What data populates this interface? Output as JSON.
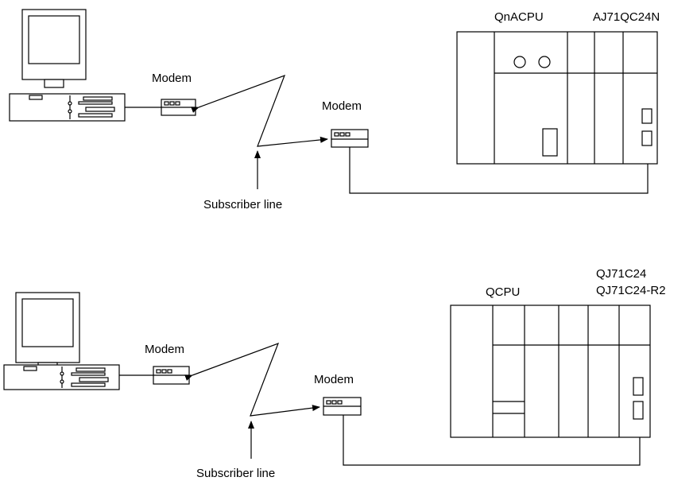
{
  "diagram_top": {
    "plc_cpu_label": "QnACPU",
    "plc_module_label": "AJ71QC24N",
    "modem_pc_label": "Modem",
    "modem_plc_label": "Modem",
    "line_label": "Subscriber line"
  },
  "diagram_bottom": {
    "plc_cpu_label": "QCPU",
    "plc_module_label_1": "QJ71C24",
    "plc_module_label_2": "QJ71C24-R2",
    "modem_pc_label": "Modem",
    "modem_plc_label": "Modem",
    "line_label": "Subscriber line"
  },
  "icons": [
    "personal-computer-icon",
    "modem-icon",
    "plc-rack-icon"
  ]
}
